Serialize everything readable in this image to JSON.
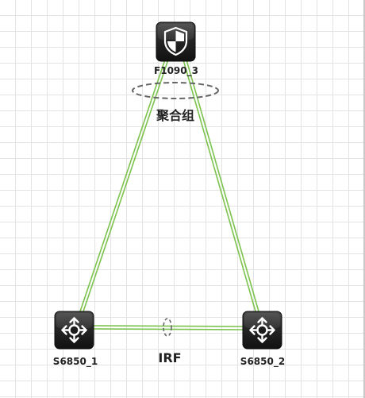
{
  "devices": {
    "firewall": {
      "label": "F1090_3",
      "icon": "shield-icon"
    },
    "switch1": {
      "label": "S6850_1",
      "icon": "switch-arrows-icon"
    },
    "switch2": {
      "label": "S6850_2",
      "icon": "switch-arrows-icon"
    }
  },
  "groups": {
    "aggregation_label": "聚合组",
    "irf_label": "IRF"
  },
  "colors": {
    "link": "#7cc34d",
    "device_body": "#1c1c1c",
    "dashed_ellipse": "#666666",
    "grid": "#e3e3e3"
  }
}
